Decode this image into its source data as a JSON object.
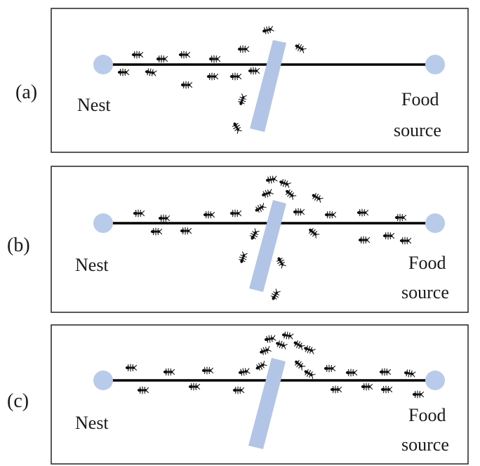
{
  "colors": {
    "node": "#b8cbea",
    "obstacle": "#b3c5e6",
    "ant": "#111111",
    "path": "#000000",
    "frame": "#222222"
  },
  "panels": [
    {
      "label": "(a)",
      "nest_label": "Nest",
      "food_label_line1": "Food",
      "food_label_line2": "source"
    },
    {
      "label": "(b)",
      "nest_label": "Nest",
      "food_label_line1": "Food",
      "food_label_line2": "source"
    },
    {
      "label": "(c)",
      "nest_label": "Nest",
      "food_label_line1": "Food",
      "food_label_line2": "source"
    }
  ]
}
